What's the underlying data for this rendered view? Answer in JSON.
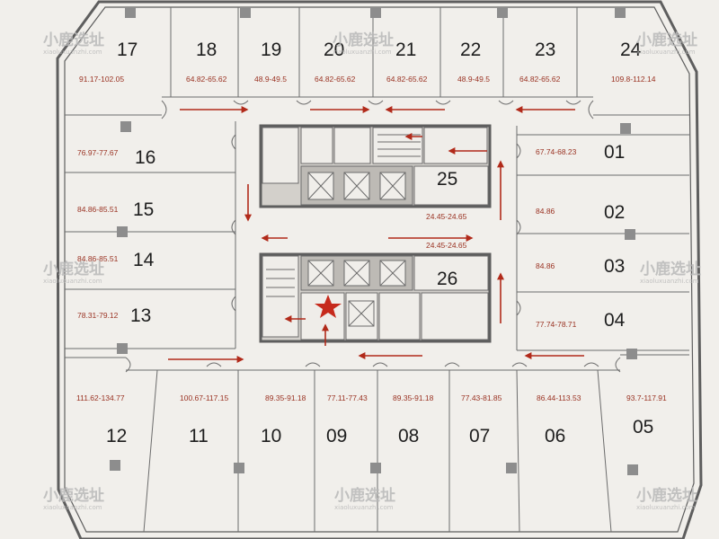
{
  "colors": {
    "paper": "#f1efeb",
    "wall": "#5e5e5e",
    "core_fill": "#9a9a9a",
    "arrow": "#b12a1a",
    "area_text": "#9a3222",
    "star": "#c62a1c",
    "watermark": "#b9b9b9"
  },
  "units": [
    {
      "id": "u17",
      "number": "17",
      "area": "91.17-102.05"
    },
    {
      "id": "u18",
      "number": "18",
      "area": "64.82-65.62"
    },
    {
      "id": "u19",
      "number": "19",
      "area": "48.9-49.5"
    },
    {
      "id": "u20",
      "number": "20",
      "area": "64.82-65.62"
    },
    {
      "id": "u21",
      "number": "21",
      "area": "64.82-65.62"
    },
    {
      "id": "u22",
      "number": "22",
      "area": "48.9-49.5"
    },
    {
      "id": "u23",
      "number": "23",
      "area": "64.82-65.62"
    },
    {
      "id": "u24",
      "number": "24",
      "area": "109.8-112.14"
    },
    {
      "id": "u16",
      "number": "16",
      "area": "76.97-77.67"
    },
    {
      "id": "u15",
      "number": "15",
      "area": "84.86-85.51"
    },
    {
      "id": "u14",
      "number": "14",
      "area": "84.86-85.51"
    },
    {
      "id": "u13",
      "number": "13",
      "area": "78.31-79.12"
    },
    {
      "id": "u01",
      "number": "01",
      "area": "67.74-68.23"
    },
    {
      "id": "u02",
      "number": "02",
      "area": "84.86"
    },
    {
      "id": "u03",
      "number": "03",
      "area": "84.86"
    },
    {
      "id": "u04",
      "number": "04",
      "area": "77.74-78.71"
    },
    {
      "id": "u12",
      "number": "12",
      "area": "111.62-134.77"
    },
    {
      "id": "u11",
      "number": "11",
      "area": "100.67-117.15"
    },
    {
      "id": "u10",
      "number": "10",
      "area": "89.35-91.18"
    },
    {
      "id": "u09",
      "number": "09",
      "area": "77.11-77.43"
    },
    {
      "id": "u08",
      "number": "08",
      "area": "89.35-91.18"
    },
    {
      "id": "u07",
      "number": "07",
      "area": "77.43-81.85"
    },
    {
      "id": "u06",
      "number": "06",
      "area": "86.44-113.53"
    },
    {
      "id": "u05",
      "number": "05",
      "area": "93.7-117.91"
    },
    {
      "id": "u25",
      "number": "25",
      "area": "24.45-24.65"
    },
    {
      "id": "u26",
      "number": "26",
      "area": "24.45-24.65"
    }
  ],
  "watermark": {
    "text": "小鹿选址",
    "sub": "xiaoluxuanzhi.com"
  }
}
